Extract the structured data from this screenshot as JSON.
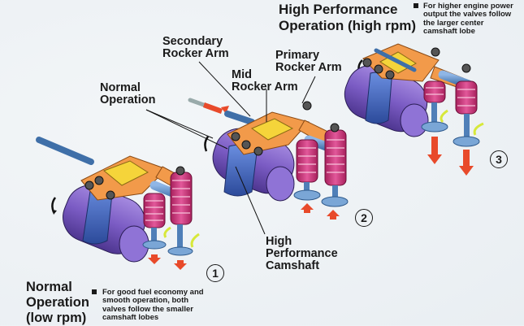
{
  "labels": {
    "high_perf_operation": [
      "High Performance",
      "Operation (high rpm)"
    ],
    "secondary_rocker_arm": [
      "Secondary",
      "Rocker Arm"
    ],
    "primary_rocker_arm": [
      "Primary",
      "Rocker Arm"
    ],
    "mid_rocker_arm": [
      "Mid",
      "Rocker Arm"
    ],
    "normal_operation_pointer": [
      "Normal",
      "Operation"
    ],
    "high_perf_camshaft": [
      "High",
      "Performance",
      "Camshaft"
    ],
    "normal_operation_low": [
      "Normal",
      "Operation",
      "(low rpm)"
    ]
  },
  "notes": {
    "high_rpm": [
      "For higher engine power",
      "output the valves follow",
      "the larger center",
      "camshaft lobe"
    ],
    "low_rpm": [
      "For good fuel economy and",
      "smooth operation, both",
      "valves follow the smaller",
      "camshaft lobes"
    ]
  },
  "step_numbers": [
    "1",
    "2",
    "3"
  ],
  "colors": {
    "camshaft": "#7b5cc4",
    "camshaft_lobe": "#3f63b8",
    "rocker_orange": "#f29a4a",
    "rocker_yellow": "#f5d43a",
    "spring": "#d23a7e",
    "valve": "#5f8fc4",
    "arrow": "#e84a2a",
    "airflow": "#d7e83a"
  }
}
